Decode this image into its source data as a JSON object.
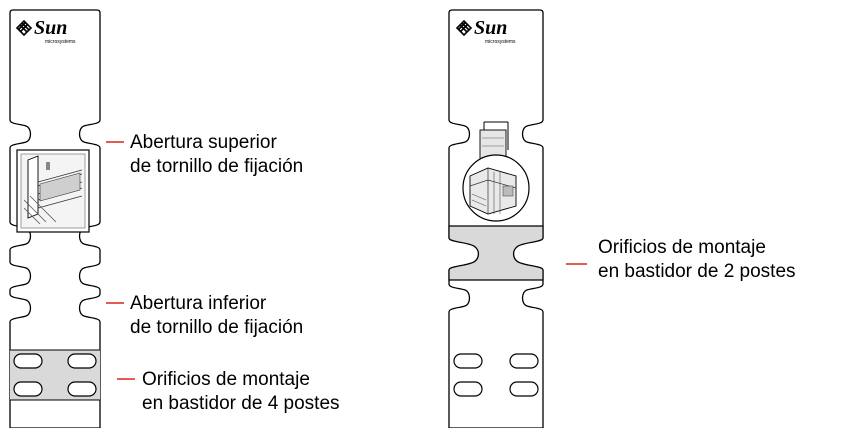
{
  "logo": {
    "brand": "Sun",
    "subtitle": "microsystems"
  },
  "left_template": {
    "upper_slot_label": [
      "Abertura superior",
      "de tornillo de fijación"
    ],
    "lower_slot_label": [
      "Abertura inferior",
      "de tornillo de fijación"
    ],
    "four_post_label": [
      "Orificios de montaje",
      "en bastidor de 4 postes"
    ]
  },
  "right_template": {
    "two_post_label": [
      "Orificios de montaje",
      "en bastidor de 2 postes"
    ]
  },
  "colors": {
    "leader_line": "#d9261c",
    "highlight_fill": "#d9d9d9",
    "outline": "#000000"
  }
}
